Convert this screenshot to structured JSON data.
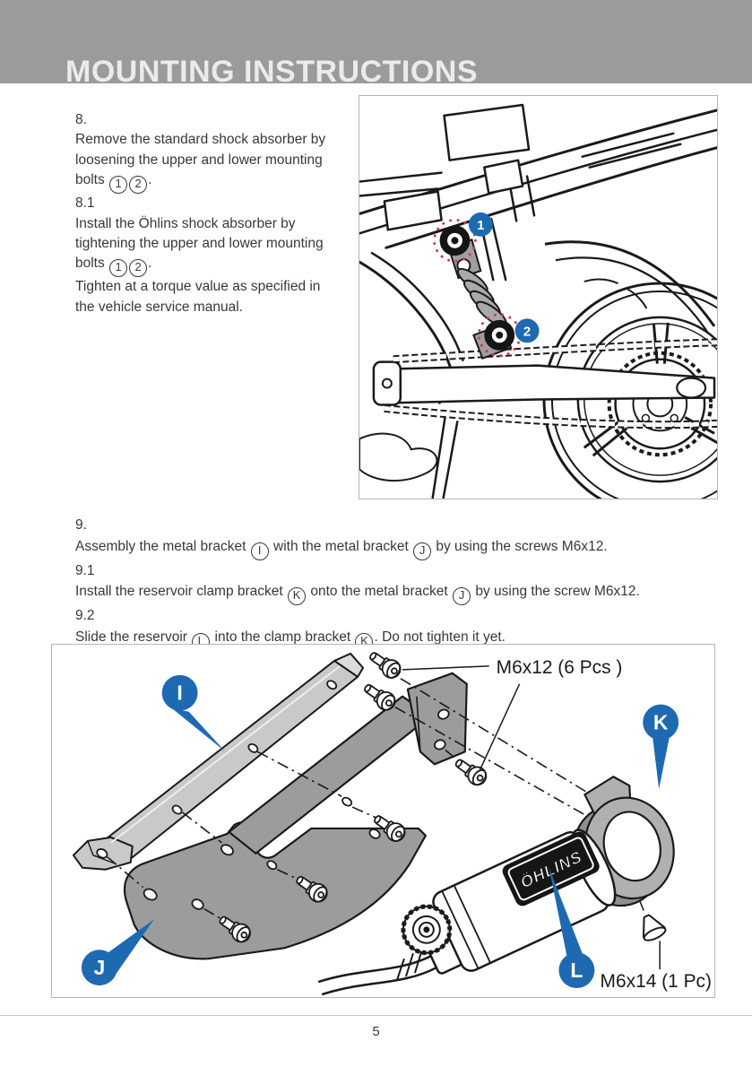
{
  "header": {
    "title": "MOUNTING INSTRUCTIONS"
  },
  "colors": {
    "accent_blue": "#1e6ab2",
    "callout_red": "#d63a4c",
    "header_gray": "#9b9b9b"
  },
  "instructions": {
    "s8_label": "8.",
    "s8_line1": [
      "Remove the standard shock absorber by"
    ],
    "s8_line2": [
      "loosening the upper and lower mounting"
    ],
    "s8_line3": [
      "bolts ",
      "@1",
      "@2",
      "."
    ],
    "s81_label": "8.1",
    "s81_line1": [
      "Install the Öhlins shock absorber by"
    ],
    "s81_line2": [
      "tightening the upper and lower mounting"
    ],
    "s81_line3": [
      "bolts ",
      "@1",
      "@2",
      "."
    ],
    "note_line1": [
      "Tighten at a torque value as specified in"
    ],
    "note_line2": [
      "the vehicle service manual."
    ],
    "s9_label": "9.",
    "s9_line": [
      "Assembly the metal bracket ",
      "@I",
      " with the metal bracket ",
      "@J",
      " by using the screws M6x12."
    ],
    "s91_label": "9.1",
    "s91_line": [
      "Install the reservoir clamp bracket ",
      "@K",
      " onto the metal bracket ",
      "@J",
      " by using the screw M6x12."
    ],
    "s92_label": "9.2",
    "s92_line": [
      "Slide the reservoir ",
      "@L",
      " into the clamp bracket ",
      "@K",
      ". Do not tighten it yet."
    ]
  },
  "figure_top": {
    "callout_1": "1",
    "callout_2": "2"
  },
  "figure_bottom": {
    "callout_i": "I",
    "callout_j": "J",
    "callout_k": "K",
    "callout_l": "L",
    "screw_label_m6x12": "M6x12 (6 Pcs )",
    "screw_label_m6x14": "M6x14 (1 Pc)",
    "reservoir_logo": "ÖHLINS"
  },
  "footer": {
    "page_number": "5"
  }
}
